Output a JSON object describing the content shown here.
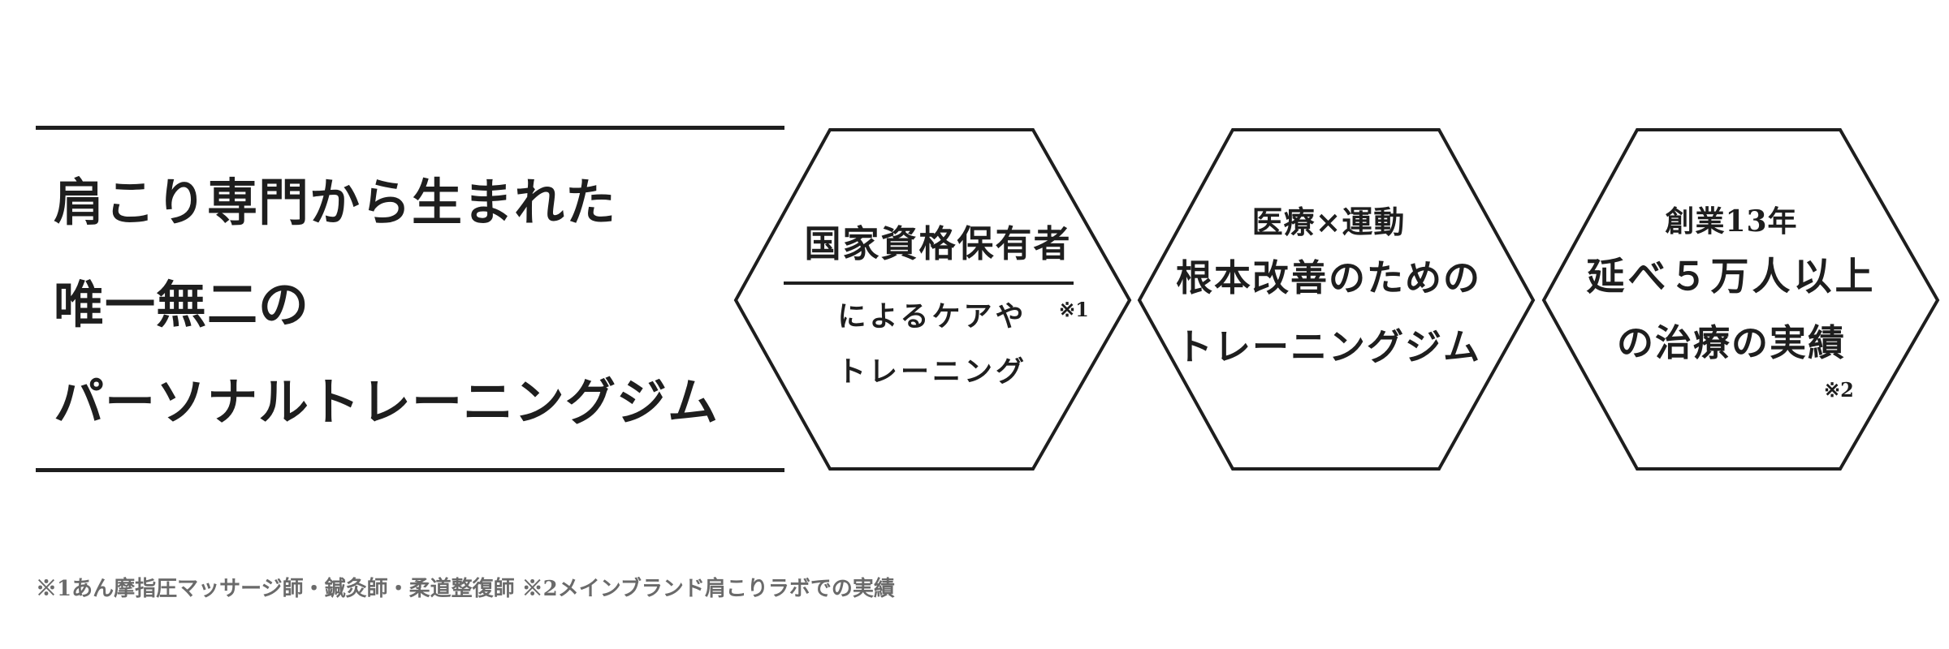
{
  "headline": {
    "line1": "肩こり専門から生まれた",
    "line2": "唯一無二の",
    "line3": "パーソナルトレーニングジム"
  },
  "hexagons": [
    {
      "title": "国家資格保有者",
      "line2": "によるケアや",
      "line3": "トレーニング",
      "note": "※1"
    },
    {
      "line1": "医療×運動",
      "line2": "根本改善のための",
      "line3": "トレーニングジム"
    },
    {
      "line1": "創業13年",
      "line2": "延べ５万人以上",
      "line3": "の治療の実績",
      "note": "※2"
    }
  ],
  "footnote": "※1あん摩指圧マッサージ師・鍼灸師・柔道整復師 ※2メインブランド肩こりラボでの実績",
  "colors": {
    "ink": "#1e1e1e",
    "muted": "#6a6a6a",
    "background": "#ffffff"
  }
}
